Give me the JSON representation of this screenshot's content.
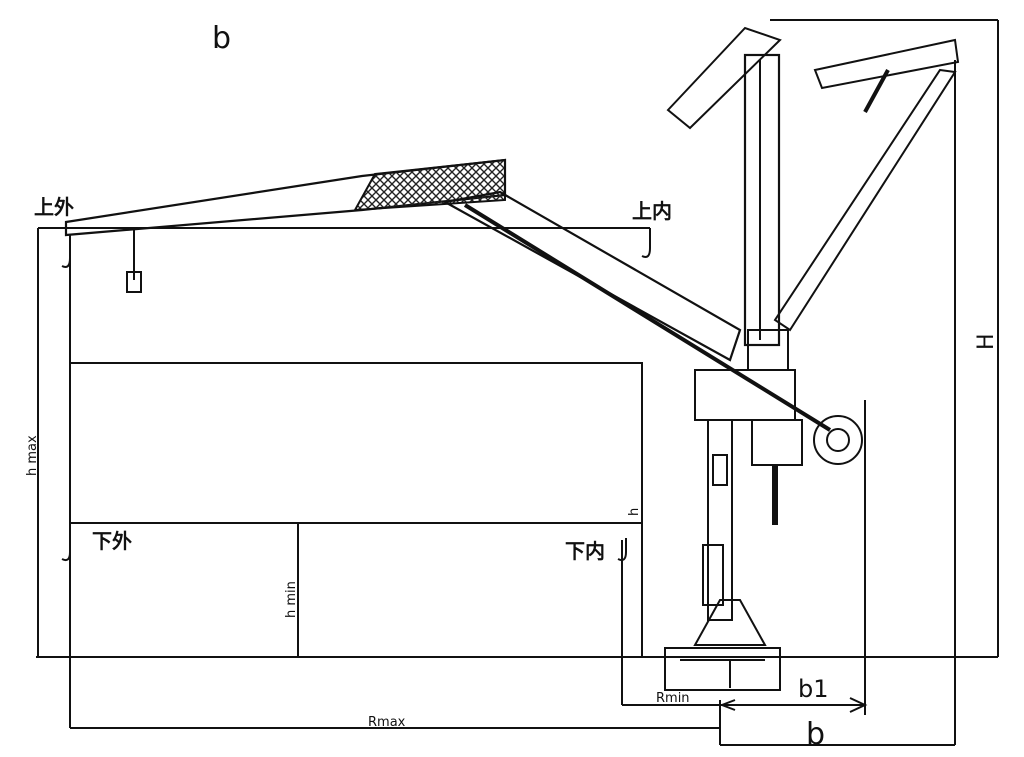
{
  "labels": {
    "top_b": "b",
    "upper_outer": "上外",
    "upper_inner": "上内",
    "lower_outer": "下外",
    "lower_inner": "下内",
    "h_max": "h max",
    "h_min": "h min",
    "h": "h",
    "H": "H",
    "b1": "b1",
    "b_bottom": "b",
    "r_min": "Rmin",
    "r_max": "Rmax"
  },
  "colors": {
    "line": "#111111",
    "hatch": "#222222",
    "background": "#ffffff"
  }
}
